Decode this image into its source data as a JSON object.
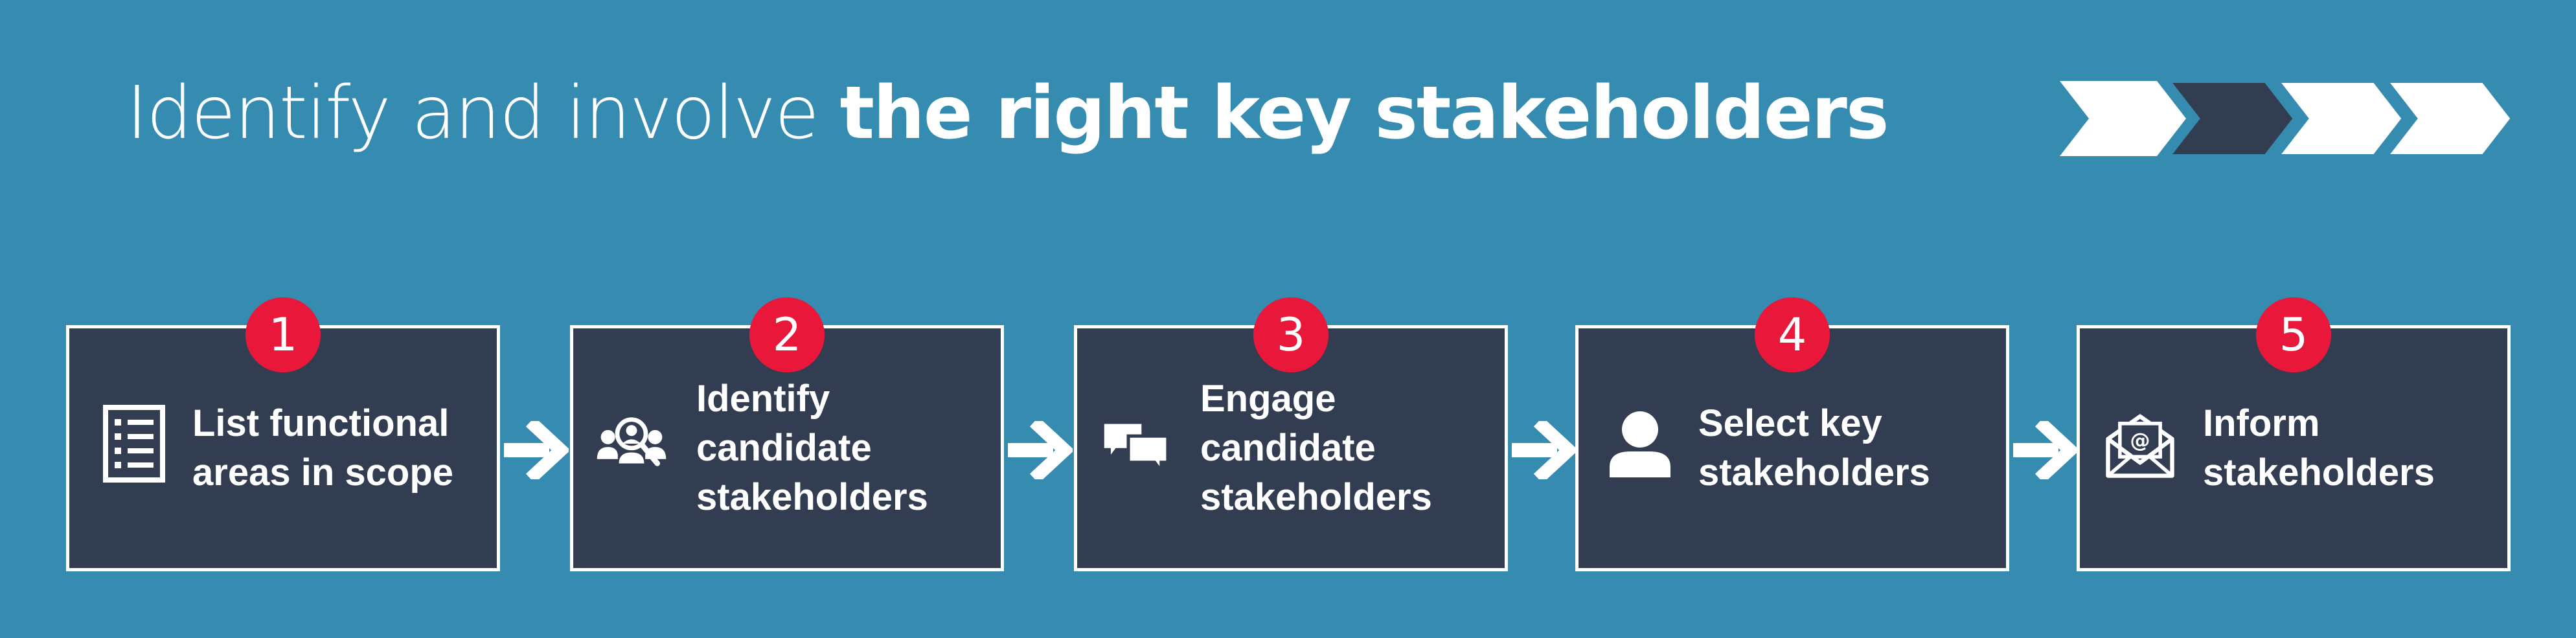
{
  "header": {
    "title_light": "Identify and involve ",
    "title_bold": "the right key stakeholders"
  },
  "progress": {
    "total_stages": 4,
    "current_stage": 2
  },
  "steps": [
    {
      "number": "1",
      "label": "List functional\nareas in scope",
      "icon": "checklist-icon"
    },
    {
      "number": "2",
      "label": "Identify\ncandidate\nstakeholders",
      "icon": "people-search-icon"
    },
    {
      "number": "3",
      "label": "Engage\ncandidate\nstakeholders",
      "icon": "chat-bubbles-icon"
    },
    {
      "number": "4",
      "label": "Select key\nstakeholders",
      "icon": "person-icon"
    },
    {
      "number": "5",
      "label": "Inform\nstakeholders",
      "icon": "email-icon"
    }
  ],
  "colors": {
    "background": "#358bb0",
    "box": "#333d52",
    "badge": "#e9183b",
    "text": "#ffffff"
  }
}
